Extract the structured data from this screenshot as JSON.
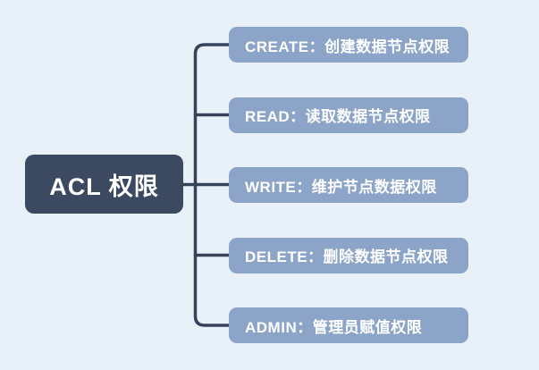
{
  "colors": {
    "background": "#e9f1f8",
    "root_bg": "#3b4a61",
    "root_text": "#ffffff",
    "branch_bg": "#8ba4c7",
    "branch_text": "#ffffff",
    "connector": "#35425a"
  },
  "root": {
    "label": "ACL 权限"
  },
  "branches": [
    {
      "label": "CREATE：创建数据节点权限"
    },
    {
      "label": "READ：读取数据节点权限"
    },
    {
      "label": "WRITE：维护节点数据权限"
    },
    {
      "label": "DELETE：删除数据节点权限"
    },
    {
      "label": "ADMIN：管理员赋值权限"
    }
  ]
}
